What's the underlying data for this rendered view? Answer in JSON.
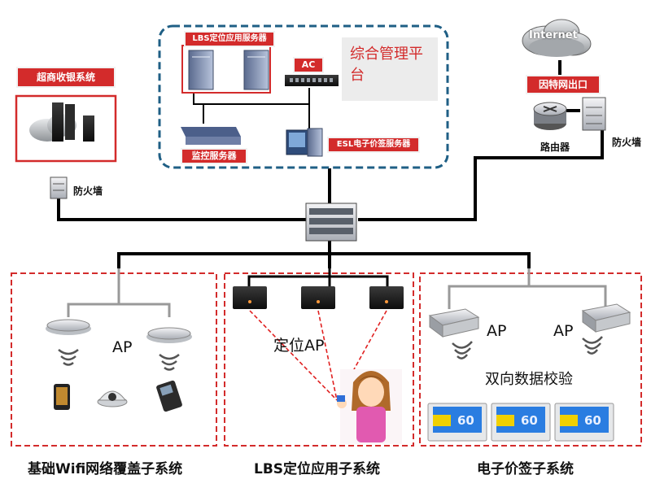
{
  "nodes": {
    "lbs_server": "LBS定位应用服务器",
    "ac": "AC",
    "platform": "综合管理平台",
    "monitor_server": "监控服务器",
    "esl_server": "ESL电子价签服务器",
    "supermarket": "超商收银系统",
    "firewall_left": "防火墙",
    "internet": "Internet",
    "internet_exit": "因特网出口",
    "router": "路由器",
    "firewall_right": "防火墙"
  },
  "subsystems": {
    "wifi": {
      "ap": "AP",
      "caption": "基础Wifi网络覆盖子系统"
    },
    "lbs": {
      "ap": "定位AP",
      "caption": "LBS定位应用子系统"
    },
    "esl": {
      "ap_left": "AP",
      "ap_right": "AP",
      "verify": "双向数据校验",
      "caption": "电子价签子系统",
      "price": "60"
    }
  },
  "colors": {
    "accent": "#d32b2b",
    "frame_blue": "#1f5f85",
    "line": "#000000"
  }
}
